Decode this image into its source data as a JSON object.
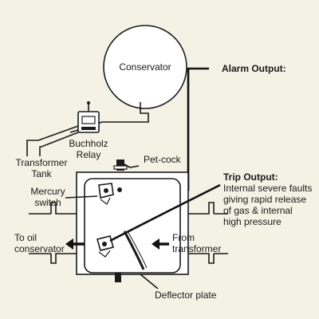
{
  "labels": {
    "conservator": "Conservator",
    "alarm_output": "Alarm Output:",
    "transformer_tank_line1": "Transformer",
    "transformer_tank_line2": "Tank",
    "buchholz_line1": "Buchholz",
    "buchholz_line2": "Relay",
    "pet_cock": "Pet-cock",
    "trip_output": "Trip Output:",
    "trip_desc_line1": "Internal severe faults",
    "trip_desc_line2": "giving rapid release",
    "trip_desc_line3": "of gas & internal",
    "trip_desc_line4": "high pressure",
    "mercury_line1": "Mercury",
    "mercury_line2": "switch",
    "to_oil_line1": "To oil",
    "to_oil_line2": "conservator",
    "from_line1": "From",
    "from_line2": "transformer",
    "deflector": "Deflector plate"
  },
  "colors": {
    "background": "#f4f2e4",
    "line": "#1a1a1a",
    "fill": "#ffffff"
  },
  "icons": [
    "mercury-switch-icon",
    "deflector-plate-icon",
    "arrow-left-icon",
    "arrow-right-icon"
  ]
}
